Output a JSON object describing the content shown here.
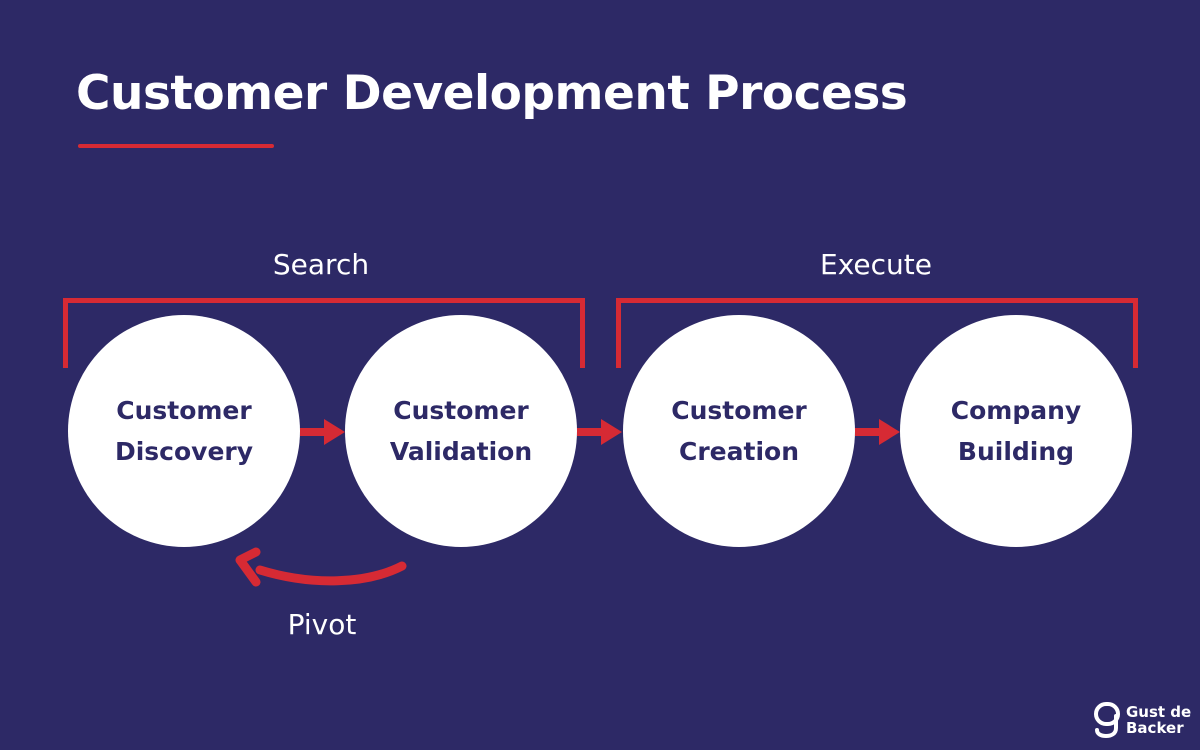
{
  "title": "Customer Development Process",
  "colors": {
    "background": "#2d2966",
    "accent": "#d62a34",
    "circle": "#ffffff",
    "circle_text": "#2d2966"
  },
  "groups": {
    "search": "Search",
    "execute": "Execute"
  },
  "steps": [
    {
      "line1": "Customer",
      "line2": "Discovery"
    },
    {
      "line1": "Customer",
      "line2": "Validation"
    },
    {
      "line1": "Customer",
      "line2": "Creation"
    },
    {
      "line1": "Company",
      "line2": "Building"
    }
  ],
  "pivot_label": "Pivot",
  "logo": {
    "icon": "g-logo-icon",
    "line1": "Gust de",
    "line2": "Backer"
  }
}
